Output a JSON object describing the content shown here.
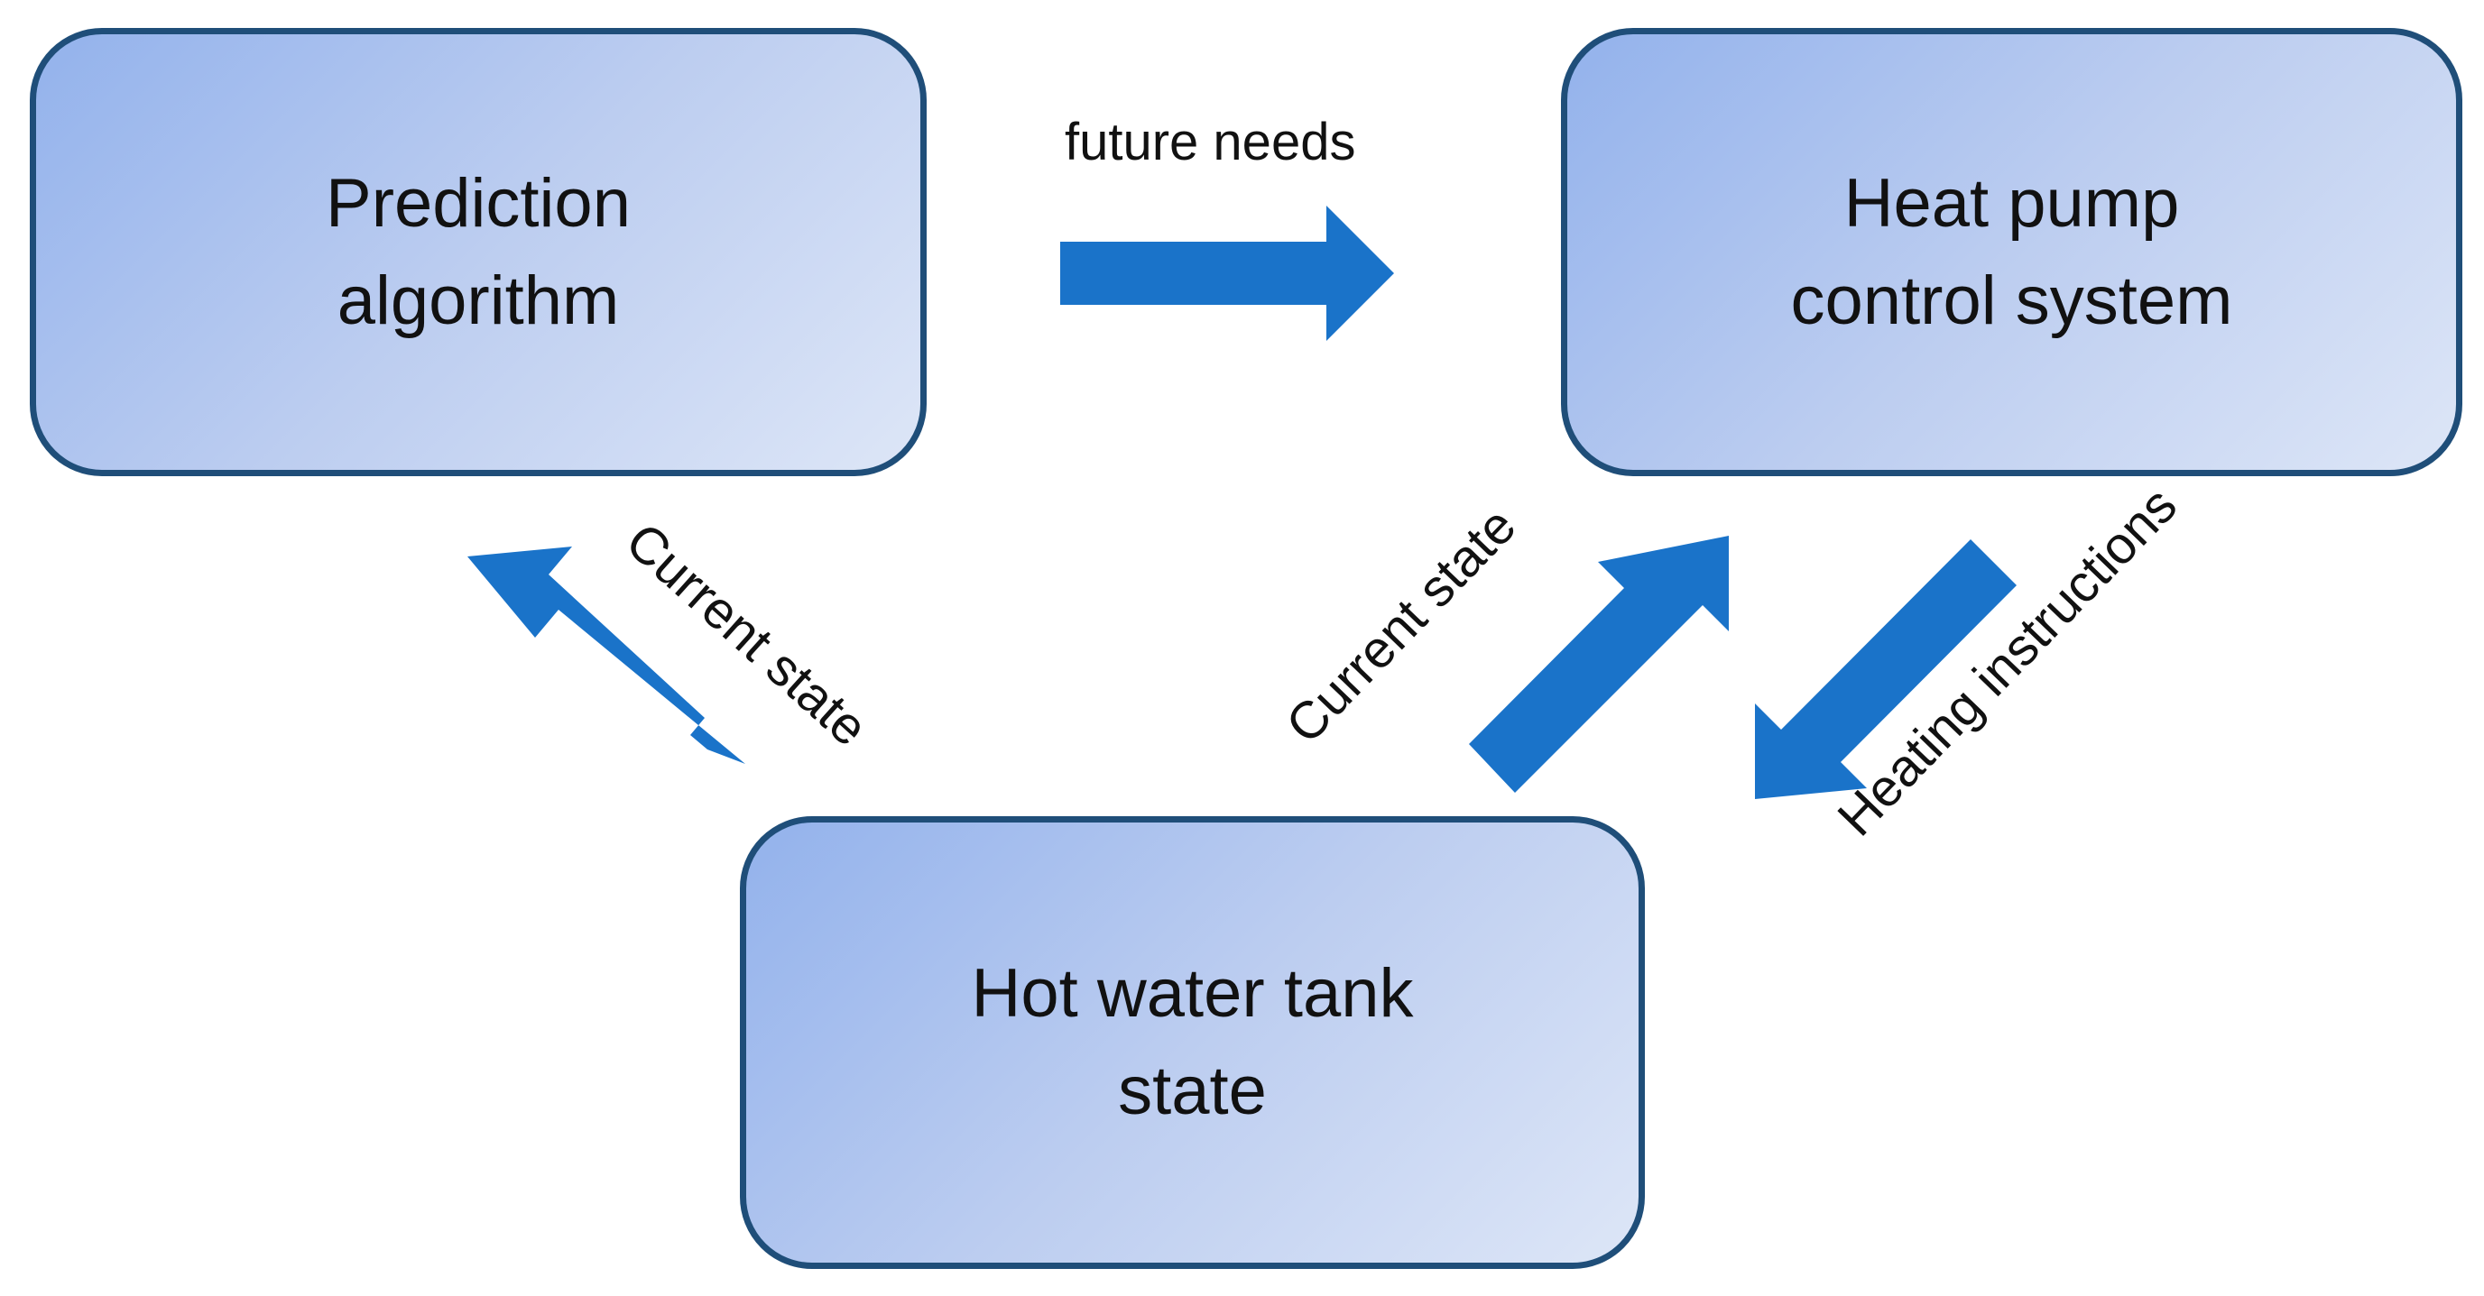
{
  "boxes": {
    "prediction": "Prediction\nalgorithm",
    "heat_pump": "Heat pump\ncontrol system",
    "tank": "Hot water tank\nstate"
  },
  "labels": {
    "future_needs": "future needs",
    "current_state_left": "Current state",
    "current_state_right": "Current state",
    "heating_instructions": "Heating instructions"
  },
  "colors": {
    "arrow": "#1a73c9",
    "box_border": "#1f4e79"
  }
}
